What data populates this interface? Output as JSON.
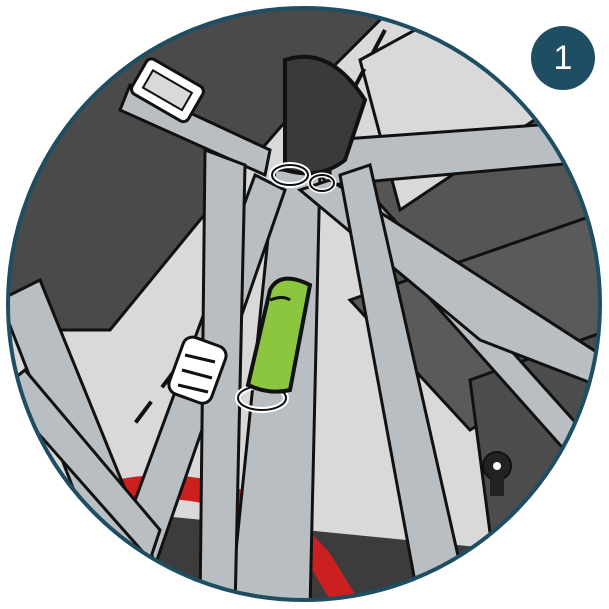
{
  "step": {
    "number": "1"
  },
  "colors": {
    "badge": "#1f4e63",
    "frame": "#1f4e63",
    "seat_dark": "#4a4a4a",
    "seat_mid": "#5b5b5b",
    "seat_light": "#d9d9d9",
    "strap": "#b8bec2",
    "tether_loop": "#8cc63f",
    "warning_strap": "#cc1f1f",
    "outline": "#111111"
  },
  "icons": {
    "buckle": "ladder-lock-buckle",
    "ring": "d-ring",
    "loop": "tether-loop",
    "anchor": "seat-anchor-bolt"
  }
}
